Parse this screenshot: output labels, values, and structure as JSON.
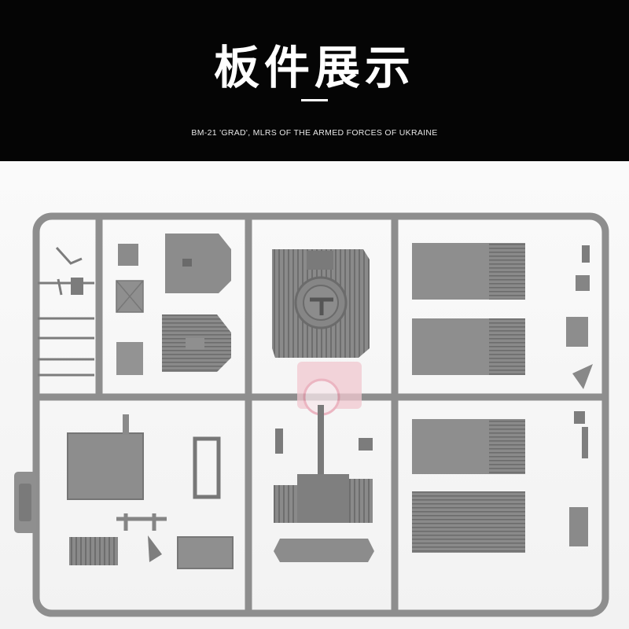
{
  "header": {
    "title": "板件展示",
    "subtitle": "BM-21 'GRAD', MLRS OF THE ARMED FORCES OF UKRAINE"
  },
  "photo": {
    "subject": "model-kit-sprue",
    "colors": {
      "background": "#ffffff",
      "header": "#050505",
      "plastic": "#8f8f8f",
      "plastic_dark": "#6a6a6a",
      "plastic_light": "#a6a6a6",
      "watermark": "#e8a0b0"
    }
  }
}
